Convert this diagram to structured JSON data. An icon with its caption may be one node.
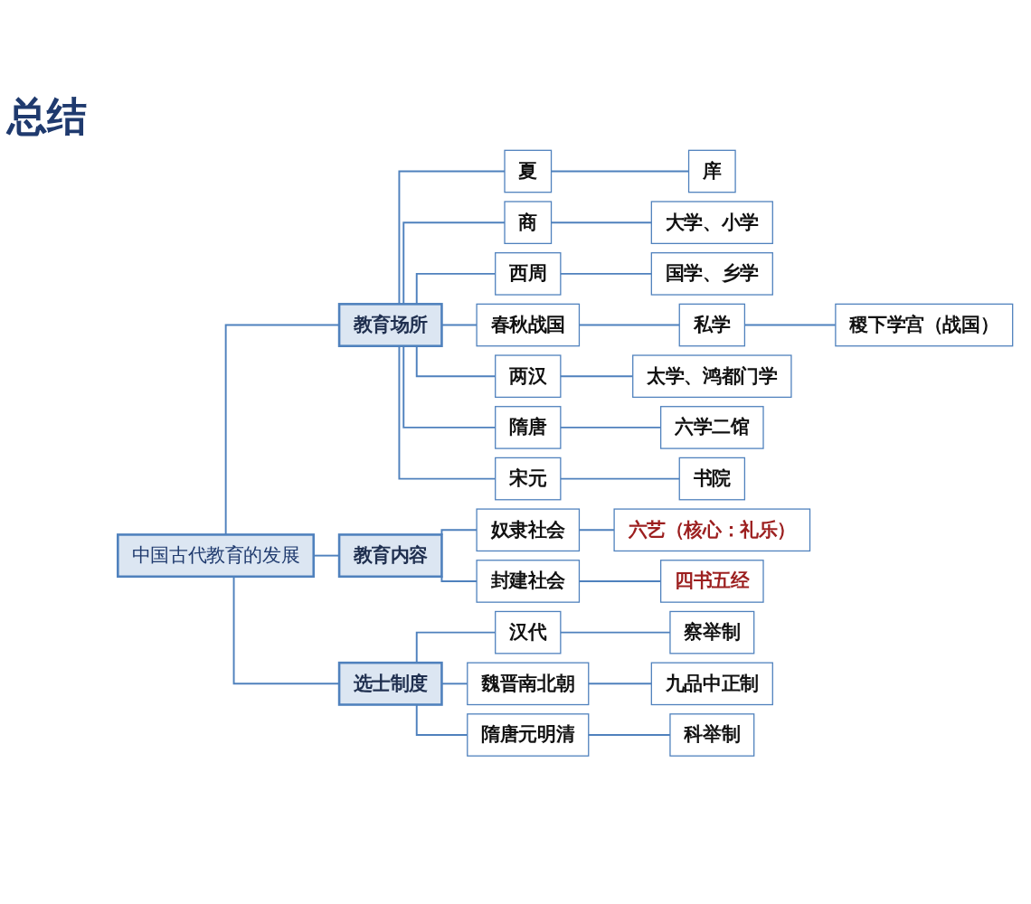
{
  "diagram": {
    "title": "总结",
    "nodes": [
      {
        "text": [
          "中国古代教育的发展"
        ]
      },
      {
        "text": [
          "教育场所"
        ]
      },
      {
        "text": [
          "夏"
        ]
      },
      {
        "text": [
          "庠"
        ]
      },
      {
        "text": [
          "商"
        ]
      },
      {
        "text": [
          "大学、小学"
        ]
      },
      {
        "text": [
          "西周"
        ]
      },
      {
        "text": [
          "国学、乡学"
        ]
      },
      {
        "text": [
          "春秋战国"
        ]
      },
      {
        "text": [
          "私学"
        ]
      },
      {
        "text": [
          "稷下学宫（战国）"
        ]
      },
      {
        "text": [
          "两汉"
        ]
      },
      {
        "text": [
          "太学、鸿都门学"
        ]
      },
      {
        "text": [
          "隋唐"
        ]
      },
      {
        "text": [
          "六学二馆"
        ]
      },
      {
        "text": [
          "宋元"
        ]
      },
      {
        "text": [
          "书院"
        ]
      },
      {
        "text": [
          "教育内容"
        ]
      },
      {
        "text": [
          "奴隶社会"
        ]
      },
      {
        "text": [
          "六艺（核心：礼乐）"
        ]
      },
      {
        "text": [
          "封建社会"
        ]
      },
      {
        "text": [
          "四书五经"
        ]
      },
      {
        "text": [
          "选士制度"
        ]
      },
      {
        "text": [
          "汉代"
        ]
      },
      {
        "text": [
          "察举制"
        ]
      },
      {
        "text": [
          "魏晋南北朝"
        ]
      },
      {
        "text": [
          "九品中正制"
        ]
      },
      {
        "text": [
          "隋唐元明清"
        ]
      },
      {
        "text": [
          "科举制"
        ]
      }
    ],
    "edges": [
      {
        "from": 0,
        "to": 1,
        "arrow": "none"
      },
      {
        "from": 1,
        "to": 2,
        "arrow": "none"
      },
      {
        "from": 2,
        "to": 3,
        "arrow": "none"
      },
      {
        "from": 1,
        "to": 4,
        "arrow": "none"
      },
      {
        "from": 4,
        "to": 5,
        "arrow": "none"
      },
      {
        "from": 1,
        "to": 6,
        "arrow": "none"
      },
      {
        "from": 6,
        "to": 7,
        "arrow": "none"
      },
      {
        "from": 1,
        "to": 8,
        "arrow": "none"
      },
      {
        "from": 8,
        "to": 9,
        "arrow": "none"
      },
      {
        "from": 9,
        "to": 10,
        "arrow": "none"
      },
      {
        "from": 1,
        "to": 11,
        "arrow": "none"
      },
      {
        "from": 11,
        "to": 12,
        "arrow": "none"
      },
      {
        "from": 1,
        "to": 13,
        "arrow": "none"
      },
      {
        "from": 13,
        "to": 14,
        "arrow": "none"
      },
      {
        "from": 1,
        "to": 15,
        "arrow": "none"
      },
      {
        "from": 15,
        "to": 16,
        "arrow": "none"
      },
      {
        "from": 0,
        "to": 17,
        "arrow": "none"
      },
      {
        "from": 17,
        "to": 18,
        "arrow": "none"
      },
      {
        "from": 18,
        "to": 19,
        "arrow": "none"
      },
      {
        "from": 17,
        "to": 20,
        "arrow": "none"
      },
      {
        "from": 20,
        "to": 21,
        "arrow": "none"
      },
      {
        "from": 0,
        "to": 22,
        "arrow": "none"
      },
      {
        "from": 22,
        "to": 23,
        "arrow": "none"
      },
      {
        "from": 23,
        "to": 24,
        "arrow": "none"
      },
      {
        "from": 22,
        "to": 25,
        "arrow": "none"
      },
      {
        "from": 25,
        "to": 26,
        "arrow": "none"
      },
      {
        "from": 22,
        "to": 27,
        "arrow": "none"
      },
      {
        "from": 27,
        "to": 28,
        "arrow": "none"
      }
    ]
  }
}
